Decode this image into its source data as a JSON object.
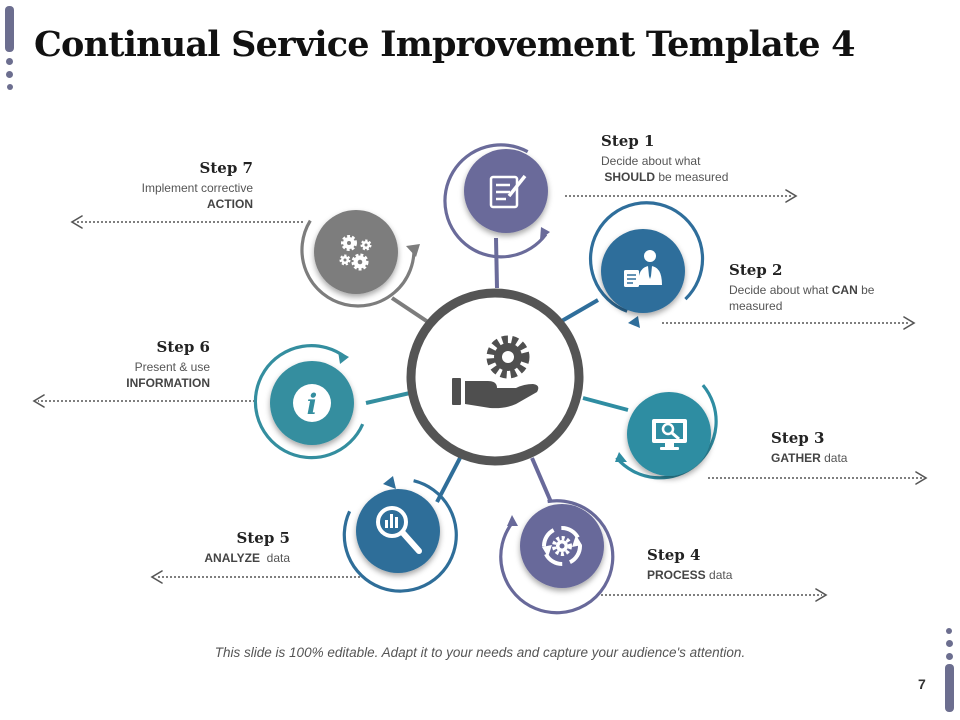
{
  "title": "Continual Service Improvement Template 4",
  "colors": {
    "accent": "#6c6e8f",
    "step1": "#6a6b9a",
    "step2": "#2f6e9b",
    "step3": "#2f8da2",
    "step4": "#68699a",
    "step5": "#2f6e99",
    "step6": "#348e9f",
    "step7": "#7d7d7d"
  },
  "center_icon": "gear-hand-icon",
  "steps": [
    {
      "title": "Step 1",
      "line1": "Decide about what",
      "bold": "SHOULD",
      "rest": "be measured",
      "icon": "notepad-pen-icon"
    },
    {
      "title": "Step 2",
      "line1": "Decide about what",
      "bold": "CAN",
      "rest": "be measured",
      "icon": "businessman-document-icon"
    },
    {
      "title": "Step 3",
      "bold": "GATHER",
      "rest": "data",
      "icon": "monitor-search-icon"
    },
    {
      "title": "Step 4",
      "bold": "PROCESS",
      "rest": "data",
      "icon": "cycle-gear-icon"
    },
    {
      "title": "Step 5",
      "bold": "ANALYZE",
      "rest": "data",
      "icon": "magnifier-chart-icon"
    },
    {
      "title": "Step 6",
      "line1": "Present & use",
      "bold": "INFORMATION",
      "icon": "info-icon"
    },
    {
      "title": "Step 7",
      "line1": "Implement corrective",
      "bold": "ACTION",
      "icon": "gears-icon"
    }
  ],
  "footer": "This slide is 100% editable.  Adapt it to your needs and capture your audience's attention.",
  "page_number": "7"
}
